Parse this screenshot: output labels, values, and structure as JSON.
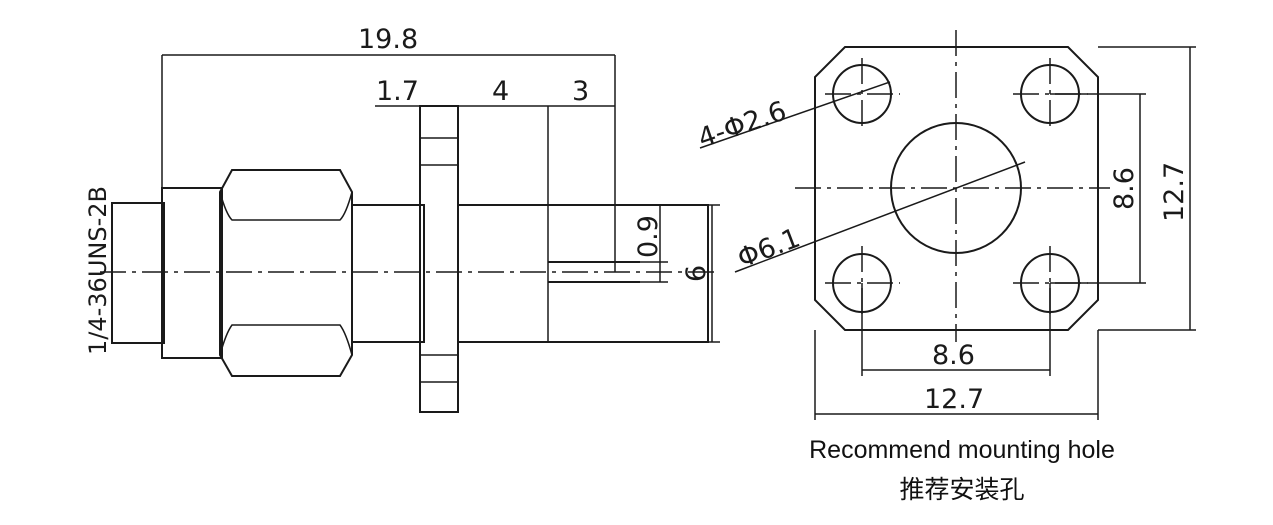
{
  "side_view": {
    "overall_length": "19.8",
    "flange_thickness": "1.7",
    "body_length": "4",
    "pin_length": "3",
    "pin_diameter": "0.9",
    "body_diameter": "6",
    "thread_spec": "1/4-36UNS-2B"
  },
  "front_view": {
    "mount_holes": "4-Φ2.6",
    "center_hole": "Φ6.1",
    "hole_spacing_vertical": "8.6",
    "flange_size_vertical": "12.7",
    "hole_spacing_horizontal": "8.6",
    "flange_size_horizontal": "12.7"
  },
  "caption": {
    "english": "Recommend mounting hole",
    "chinese": "推荐安装孔"
  }
}
